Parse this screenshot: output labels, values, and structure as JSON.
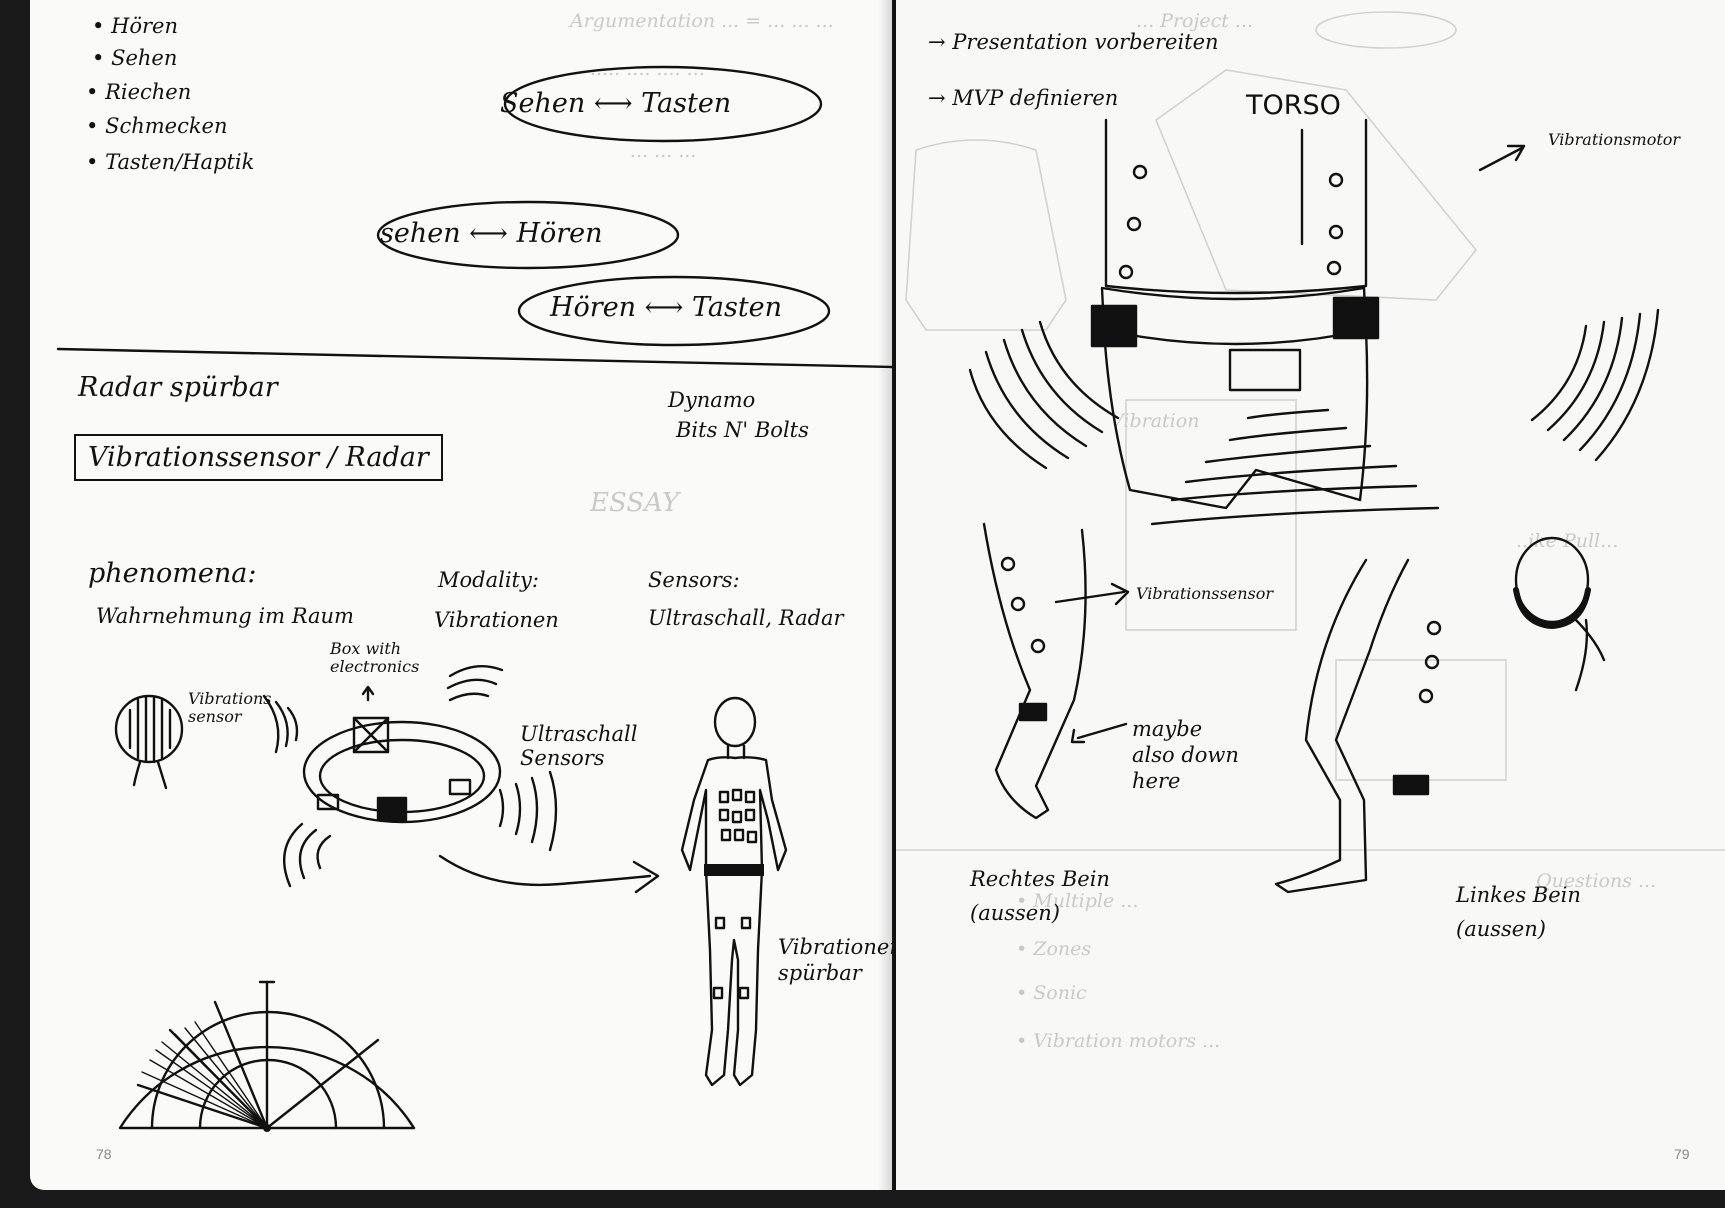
{
  "left_page": {
    "senses": [
      "Hören",
      "Sehen",
      "Riechen",
      "Schmecken",
      "Tasten/Haptik"
    ],
    "pairs": [
      {
        "a": "Sehen",
        "b": "Tasten"
      },
      {
        "a": "sehen",
        "b": "Hören"
      },
      {
        "a": "Hören",
        "b": "Tasten"
      }
    ],
    "radar_title": "Radar spürbar",
    "boxed_title": "Vibrationssensor / Radar",
    "dynamo_line1": "Dynamo",
    "dynamo_line2": "Bits N' Bolts",
    "phenomena_label": "phenomena:",
    "phenomena_value": "Wahrnehmung im Raum",
    "modality_label": "Modality:",
    "modality_value": "Vibrationen",
    "sensors_label": "Sensors:",
    "sensors_value": "Ultraschall, Radar",
    "box_label": "Box with electronics",
    "vib_sensor_label": "Vibrations sensor",
    "ultraschall_label": "Ultraschall Sensors",
    "vibration_spurbar": "Vibrationen spürbar",
    "page_number": "78"
  },
  "right_page": {
    "todo": [
      "Presentation vorbereiten",
      "MVP definieren"
    ],
    "torso_label": "TORSO",
    "vibrationsmotor_label": "Vibrationsmotor",
    "vibrationssensor_label": "Vibrationssensor",
    "maybe_label": "maybe also down here",
    "right_leg_label": "Rechtes Bein (aussen)",
    "left_leg_label": "Linkes Bein (aussen)",
    "page_number": "79"
  }
}
